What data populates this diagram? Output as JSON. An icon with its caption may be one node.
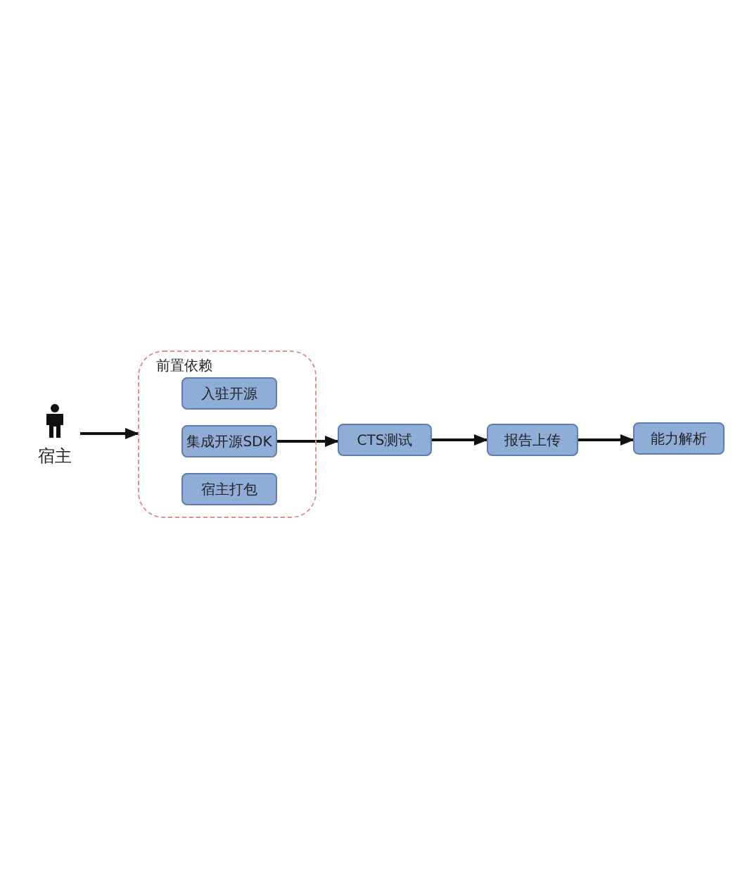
{
  "diagram": {
    "nodes": [
      {
        "text": [
          "宿主"
        ]
      },
      {
        "text": [
          "前置依赖"
        ]
      },
      {
        "text": [
          "入驻开源"
        ],
        "in": 1
      },
      {
        "text": [
          "集成开源SDK"
        ],
        "in": 1
      },
      {
        "text": [
          "宿主打包"
        ],
        "in": 1
      },
      {
        "text": [
          "CTS测试"
        ]
      },
      {
        "text": [
          "报告上传"
        ]
      },
      {
        "text": [
          "能力解析"
        ]
      }
    ],
    "edges": [
      {
        "from": 0,
        "to": 1,
        "arrow": "to"
      },
      {
        "from": 3,
        "to": 5,
        "arrow": "to"
      },
      {
        "from": 5,
        "to": 6,
        "arrow": "to"
      },
      {
        "from": 6,
        "to": 7,
        "arrow": "to"
      }
    ]
  }
}
